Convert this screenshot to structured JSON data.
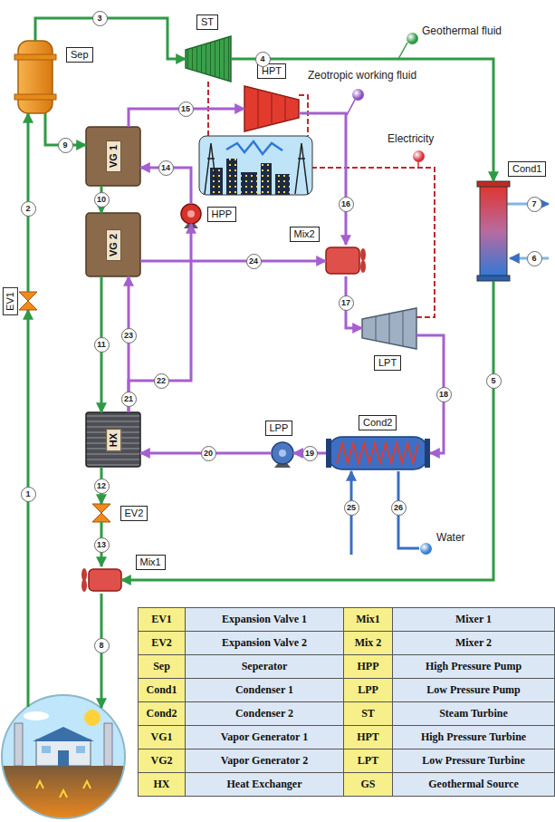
{
  "diagram": {
    "nodes": [
      {
        "text": [
          "Sep"
        ]
      },
      {
        "text": [
          "ST"
        ]
      },
      {
        "text": [
          "HPT"
        ]
      },
      {
        "text": [
          "VG 1"
        ]
      },
      {
        "text": [
          "VG 2"
        ]
      },
      {
        "text": [
          "HPP"
        ]
      },
      {
        "text": [
          "Mix2"
        ]
      },
      {
        "text": [
          "LPT"
        ]
      },
      {
        "text": [
          "Cond1"
        ]
      },
      {
        "text": [
          "Cond2"
        ]
      },
      {
        "text": [
          "LPP"
        ]
      },
      {
        "text": [
          "HX"
        ]
      },
      {
        "text": [
          "EV2"
        ]
      },
      {
        "text": [
          "Mix1"
        ]
      },
      {
        "text": [
          "EV1"
        ]
      }
    ],
    "edges": [
      {
        "from": 14,
        "to": 0,
        "arrow": "to",
        "label": "2"
      },
      {
        "from": 0,
        "to": 1,
        "arrow": "to",
        "label": "3"
      },
      {
        "from": 0,
        "to": 3,
        "arrow": "to",
        "label": "9"
      },
      {
        "from": 3,
        "to": 4,
        "arrow": "to",
        "label": "10"
      },
      {
        "from": 4,
        "to": 11,
        "arrow": "to",
        "label": "11"
      },
      {
        "from": 11,
        "to": 12,
        "arrow": "to",
        "label": "12"
      },
      {
        "from": 12,
        "to": 13,
        "arrow": "to",
        "label": "13"
      },
      {
        "from": 1,
        "to": 8,
        "arrow": "to",
        "label": "4"
      },
      {
        "from": 8,
        "to": 13,
        "arrow": "to",
        "label": "5"
      },
      {
        "from": 3,
        "to": 2,
        "arrow": "to",
        "label": "15"
      },
      {
        "from": 2,
        "to": 6,
        "arrow": "to",
        "label": "16"
      },
      {
        "from": 6,
        "to": 7,
        "arrow": "to",
        "label": "17"
      },
      {
        "from": 7,
        "to": 9,
        "arrow": "to",
        "label": "18"
      },
      {
        "from": 9,
        "to": 10,
        "arrow": "to",
        "label": "19"
      },
      {
        "from": 10,
        "to": 11,
        "arrow": "to",
        "label": "20"
      },
      {
        "from": 11,
        "to": 4,
        "arrow": "to",
        "label": "23"
      },
      {
        "from": 11,
        "to": 5,
        "arrow": "to",
        "label": "22"
      },
      {
        "from": 5,
        "to": 3,
        "arrow": "to",
        "label": "14"
      },
      {
        "from": 4,
        "to": 6,
        "arrow": "to",
        "label": "24"
      }
    ],
    "labels": [
      "1",
      "6",
      "7",
      "8",
      "21",
      "25",
      "26",
      "EV1",
      "Expansion Valve 1",
      "Mix1",
      "Mixer 1",
      "EV2",
      "Expansion Valve 2",
      "Mix 2",
      "Mixer 2",
      "Sep",
      "Seperator",
      "HPP",
      "High Pressure Pump",
      "Cond1",
      "Condenser 1",
      "LPP",
      "Low Pressure Pump",
      "Cond2",
      "Condenser 2",
      "ST",
      "Steam Turbine",
      "VG1",
      "Vapor Generator 1",
      "HPT",
      "High Pressure Turbine",
      "VG2",
      "Vapor Generator 2",
      "LPT",
      "Low Pressure Turbine",
      "HX",
      "Heat Exchanger",
      "GS",
      "Geothermal Source"
    ],
    "legend": [
      {
        "text": "Geothermal fluid",
        "color": "#2f9a45"
      },
      {
        "text": "Zeotropic working fluid",
        "color": "#8a4fc0"
      },
      {
        "text": "Electricity",
        "color": "#d9323a"
      },
      {
        "text": "Water",
        "color": "#3a7fd6"
      }
    ]
  }
}
